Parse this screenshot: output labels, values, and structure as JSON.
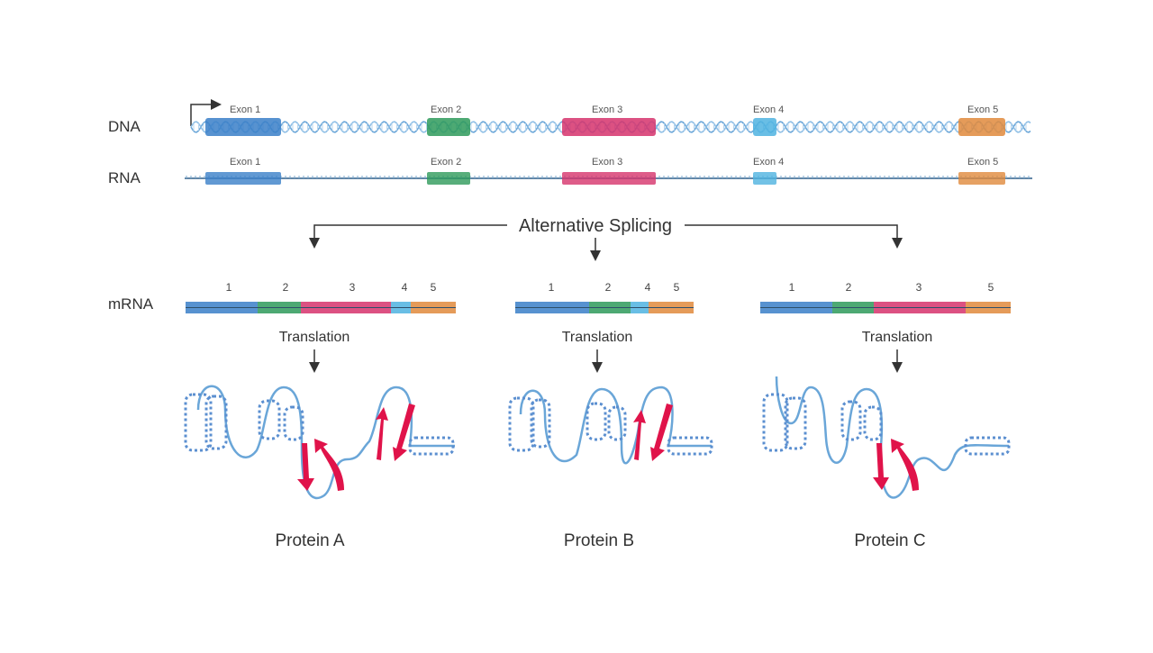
{
  "rows": {
    "dna_label": "DNA",
    "rna_label": "RNA",
    "mrna_label": "mRNA"
  },
  "exons": [
    {
      "label": "Exon 1",
      "color": "#3a7fc8"
    },
    {
      "label": "Exon 2",
      "color": "#2e9a5a"
    },
    {
      "label": "Exon 3",
      "color": "#d6336c"
    },
    {
      "label": "Exon 4",
      "color": "#4fb3e0"
    },
    {
      "label": "Exon 5",
      "color": "#e08a3c"
    }
  ],
  "splicing": {
    "title": "Alternative Splicing"
  },
  "isoforms": [
    {
      "numbers": [
        "1",
        "2",
        "3",
        "4",
        "5"
      ],
      "translation_label": "Translation",
      "protein_label": "Protein A"
    },
    {
      "numbers": [
        "1",
        "2",
        "4",
        "5"
      ],
      "translation_label": "Translation",
      "protein_label": "Protein B"
    },
    {
      "numbers": [
        "1",
        "2",
        "3",
        "5"
      ],
      "translation_label": "Translation",
      "protein_label": "Protein C"
    }
  ],
  "colors": {
    "helix": "#5b8fd0",
    "strand": "#e0134a",
    "line": "#333333",
    "backbone": "#6aa6d8"
  }
}
